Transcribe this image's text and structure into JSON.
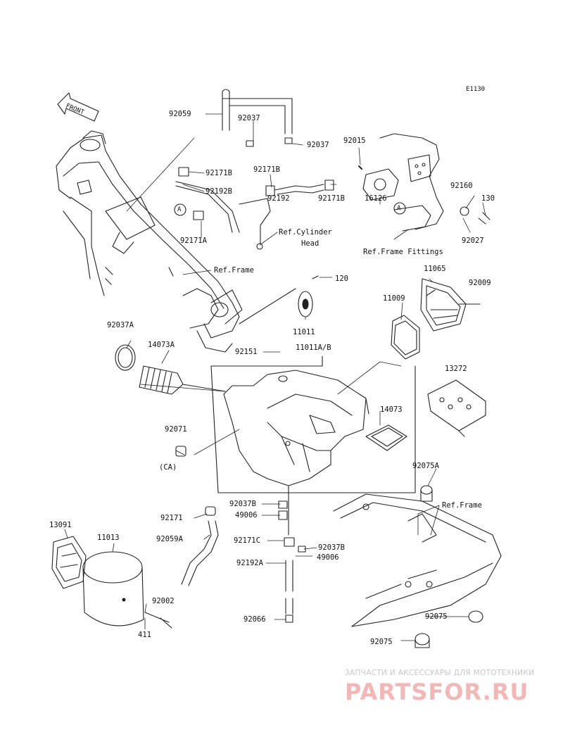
{
  "diagram": {
    "code": "E1130",
    "front_marker": "FRONT",
    "ref_a": "A",
    "labels": {
      "l92059": "92059",
      "l92037_top": "92037",
      "l92037_right": "92037",
      "l92015": "92015",
      "l92171B_1": "92171B",
      "l92192B": "92192B",
      "l92171B_2": "92171B",
      "l92192": "92192",
      "l92171B_3": "92171B",
      "l16126": "16126",
      "l92160": "92160",
      "l130": "130",
      "l92171A": "92171A",
      "l_ref_cyl": "Ref.Cylinder",
      "l_head": "Head",
      "l92027": "92027",
      "l_ref_frame_fittings": "Ref.Frame Fittings",
      "l_ref_frame_1": "Ref.Frame",
      "l11065": "11065",
      "l92009": "92009",
      "l120": "120",
      "l11009": "11009",
      "l11011": "11011",
      "l92037A": "92037A",
      "l14073A": "14073A",
      "l92151": "92151",
      "l11011AB": "11011A/B",
      "l13272": "13272",
      "l14073": "14073",
      "l92071": "92071",
      "l_ca": "(CA)",
      "l92075A": "92075A",
      "l92037B_1": "92037B",
      "l49006_1": "49006",
      "l_ref_frame_2": "Ref.Frame",
      "l92171": "92171",
      "l13091": "13091",
      "l11013": "11013",
      "l92059A": "92059A",
      "l92171C": "92171C",
      "l92037B_2": "92037B",
      "l92192A": "92192A",
      "l49006_2": "49006",
      "l92002": "92002",
      "l411": "411",
      "l92066": "92066",
      "l92075_1": "92075",
      "l92075_2": "92075"
    }
  },
  "watermark": {
    "subtitle": "ЗАПЧАСТИ И АКСЕССУАРЫ ДЛЯ МОТОТЕХНИКИ",
    "brand": "PARTSFOR.RU"
  }
}
